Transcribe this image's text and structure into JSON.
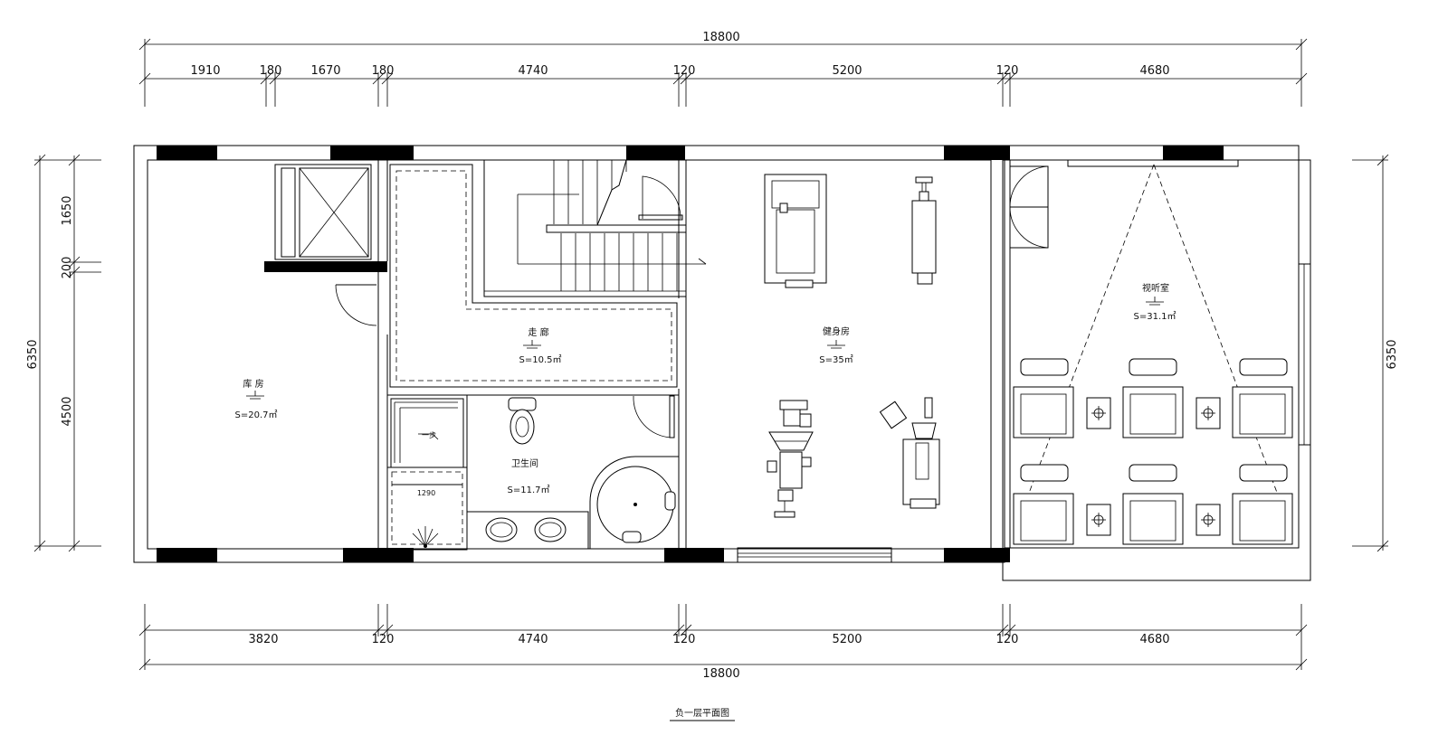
{
  "dimensions": {
    "top_total": "18800",
    "top_segments": [
      "1910",
      "180",
      "1670",
      "180",
      "4740",
      "120",
      "5200",
      "120",
      "4680"
    ],
    "bottom_segments": [
      "3820",
      "120",
      "4740",
      "120",
      "5200",
      "120",
      "4680"
    ],
    "bottom_total": "18800",
    "left_total": "6350",
    "left_segments": [
      "1650",
      "200",
      "4500"
    ],
    "right_total": "6350"
  },
  "rooms": {
    "room_a": {
      "name": "库 房",
      "area": "S=20.7㎡"
    },
    "room_b": {
      "name": "走 廊",
      "area": "S=10.5㎡"
    },
    "room_c": {
      "name": "卫生间",
      "area": "S=11.7㎡"
    },
    "room_d": {
      "name": "健身房",
      "area": "S=35㎡"
    },
    "room_e": {
      "name": "视听室",
      "area": "S=31.1㎡"
    }
  },
  "small_labels": {
    "shower_width": "1290",
    "shower_step": "一步"
  },
  "drawing_title": "负一层平面图"
}
